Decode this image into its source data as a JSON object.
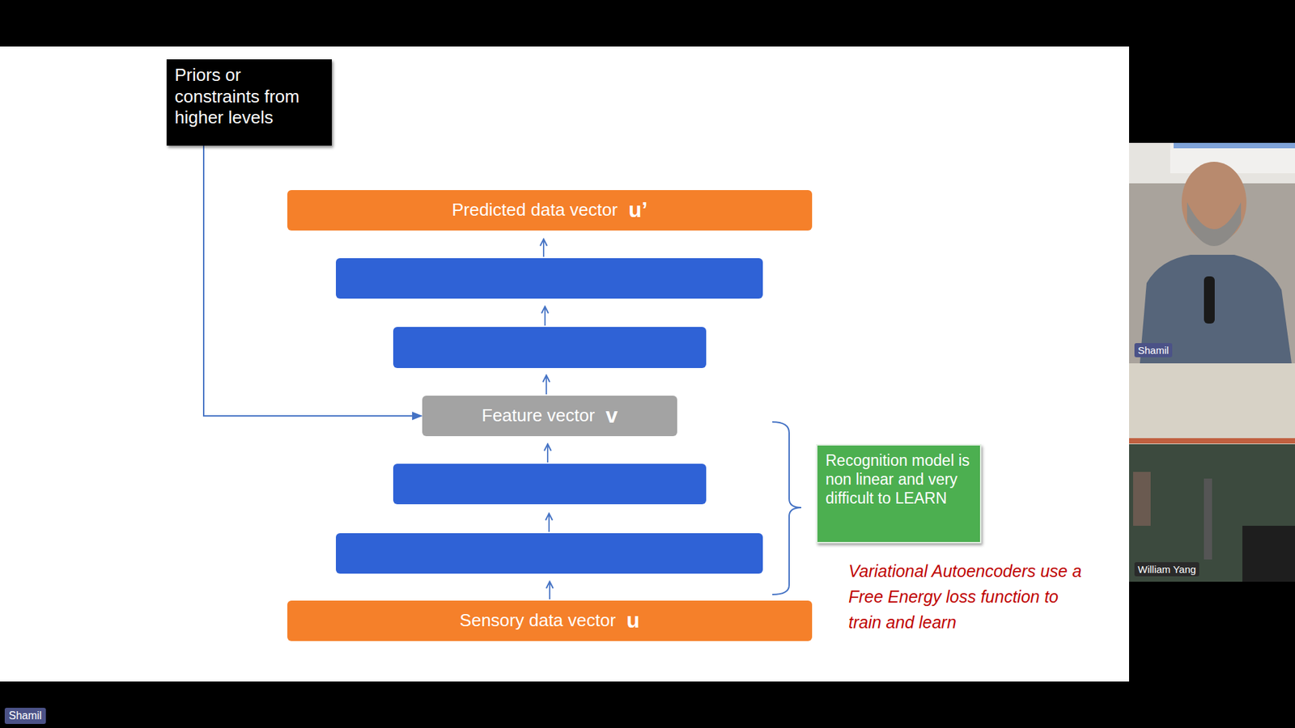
{
  "diagram": {
    "nodes": [
      {
        "text": [
          "Priors or constraints from higher levels"
        ]
      },
      {
        "text": [
          "Predicted data vector",
          "u’"
        ]
      },
      {
        "text": [
          "Feature vector",
          "v"
        ]
      },
      {
        "text": [
          "Recognition model is non linear and very difficult to LEARN"
        ]
      },
      {
        "text": [
          "Sensory data vector",
          "u"
        ]
      }
    ],
    "edges": [
      {
        "from": 0,
        "to": 2,
        "arrow": "to"
      }
    ],
    "labels": [
      "Variational Autoencoders use a Free Energy loss function to train and learn",
      "Shamil",
      "William Yang",
      "Shamil"
    ]
  }
}
